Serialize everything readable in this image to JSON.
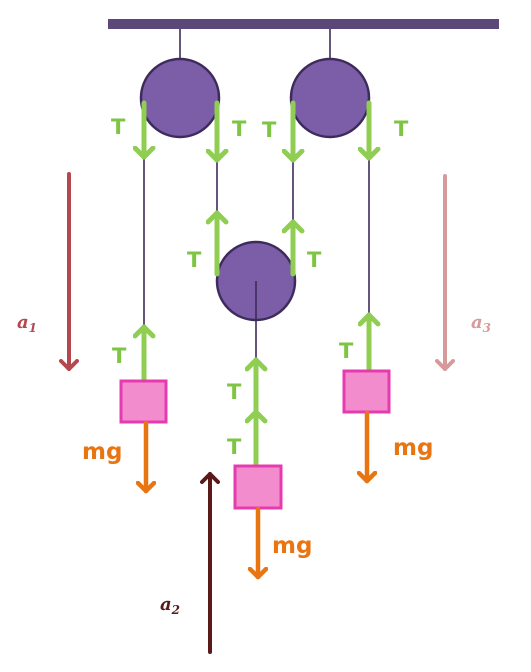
{
  "labels": {
    "tension": "T",
    "weight": "mg",
    "a1": {
      "symbol": "a",
      "sub": "1"
    },
    "a2": {
      "symbol": "a",
      "sub": "2"
    },
    "a3": {
      "symbol": "a",
      "sub": "3"
    }
  },
  "colors": {
    "ceiling": "#5b4778",
    "pulley_fill": "#7b5ea7",
    "pulley_stroke": "#3d2b5c",
    "rope": "#3d2b5c",
    "tension_arrow": "#8fce52",
    "tension_text": "#7ec544",
    "block_fill": "#f28ccc",
    "block_stroke": "#e63bb0",
    "weight_arrow": "#e87511",
    "a1": "#b5474e",
    "a2": "#5b1a1a",
    "a3": "#d79a9c"
  }
}
